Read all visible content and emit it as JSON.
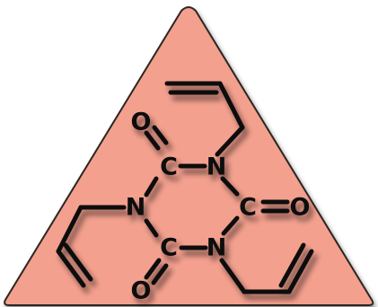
{
  "molecule": {
    "atoms": {
      "carbon_top": "C",
      "nitrogen_top": "N",
      "nitrogen_left": "N",
      "carbon_right": "C",
      "carbon_bottom": "C",
      "nitrogen_bottom": "N",
      "oxygen_top_left": "O",
      "oxygen_right": "O",
      "oxygen_bottom_left": "O"
    }
  },
  "colors": {
    "triangle_fill": "#f4a08e",
    "triangle_edge": "#2d2623",
    "bond": "#0b0b0b",
    "shadow": "#5a2e24",
    "background": "#ffffff"
  }
}
